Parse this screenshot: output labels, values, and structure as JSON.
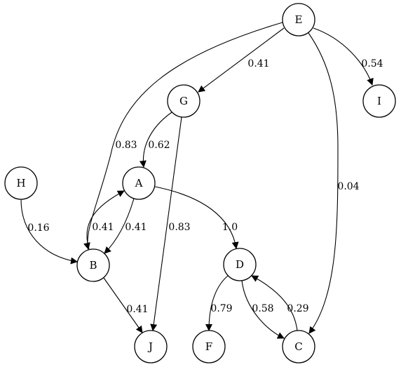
{
  "graph": {
    "nodes": [
      {
        "id": "E",
        "label": "E"
      },
      {
        "id": "G",
        "label": "G"
      },
      {
        "id": "I",
        "label": "I"
      },
      {
        "id": "H",
        "label": "H"
      },
      {
        "id": "A",
        "label": "A"
      },
      {
        "id": "B",
        "label": "B"
      },
      {
        "id": "D",
        "label": "D"
      },
      {
        "id": "J",
        "label": "J"
      },
      {
        "id": "F",
        "label": "F"
      },
      {
        "id": "C",
        "label": "C"
      }
    ],
    "edges": [
      {
        "from": "E",
        "to": "G",
        "weight": "0.41"
      },
      {
        "from": "E",
        "to": "I",
        "weight": "0.54"
      },
      {
        "from": "E",
        "to": "B",
        "weight": "0.83"
      },
      {
        "from": "E",
        "to": "C",
        "weight": "0.04"
      },
      {
        "from": "G",
        "to": "A",
        "weight": "0.62"
      },
      {
        "from": "G",
        "to": "J",
        "weight": "0.83"
      },
      {
        "from": "H",
        "to": "B",
        "weight": "0.16"
      },
      {
        "from": "A",
        "to": "B",
        "weight": "0.41"
      },
      {
        "from": "B",
        "to": "A",
        "weight": "0.41"
      },
      {
        "from": "A",
        "to": "D",
        "weight": "1.0"
      },
      {
        "from": "B",
        "to": "J",
        "weight": "0.41"
      },
      {
        "from": "D",
        "to": "F",
        "weight": "0.79"
      },
      {
        "from": "D",
        "to": "C",
        "weight": "0.58"
      },
      {
        "from": "C",
        "to": "D",
        "weight": "0.29"
      }
    ]
  }
}
